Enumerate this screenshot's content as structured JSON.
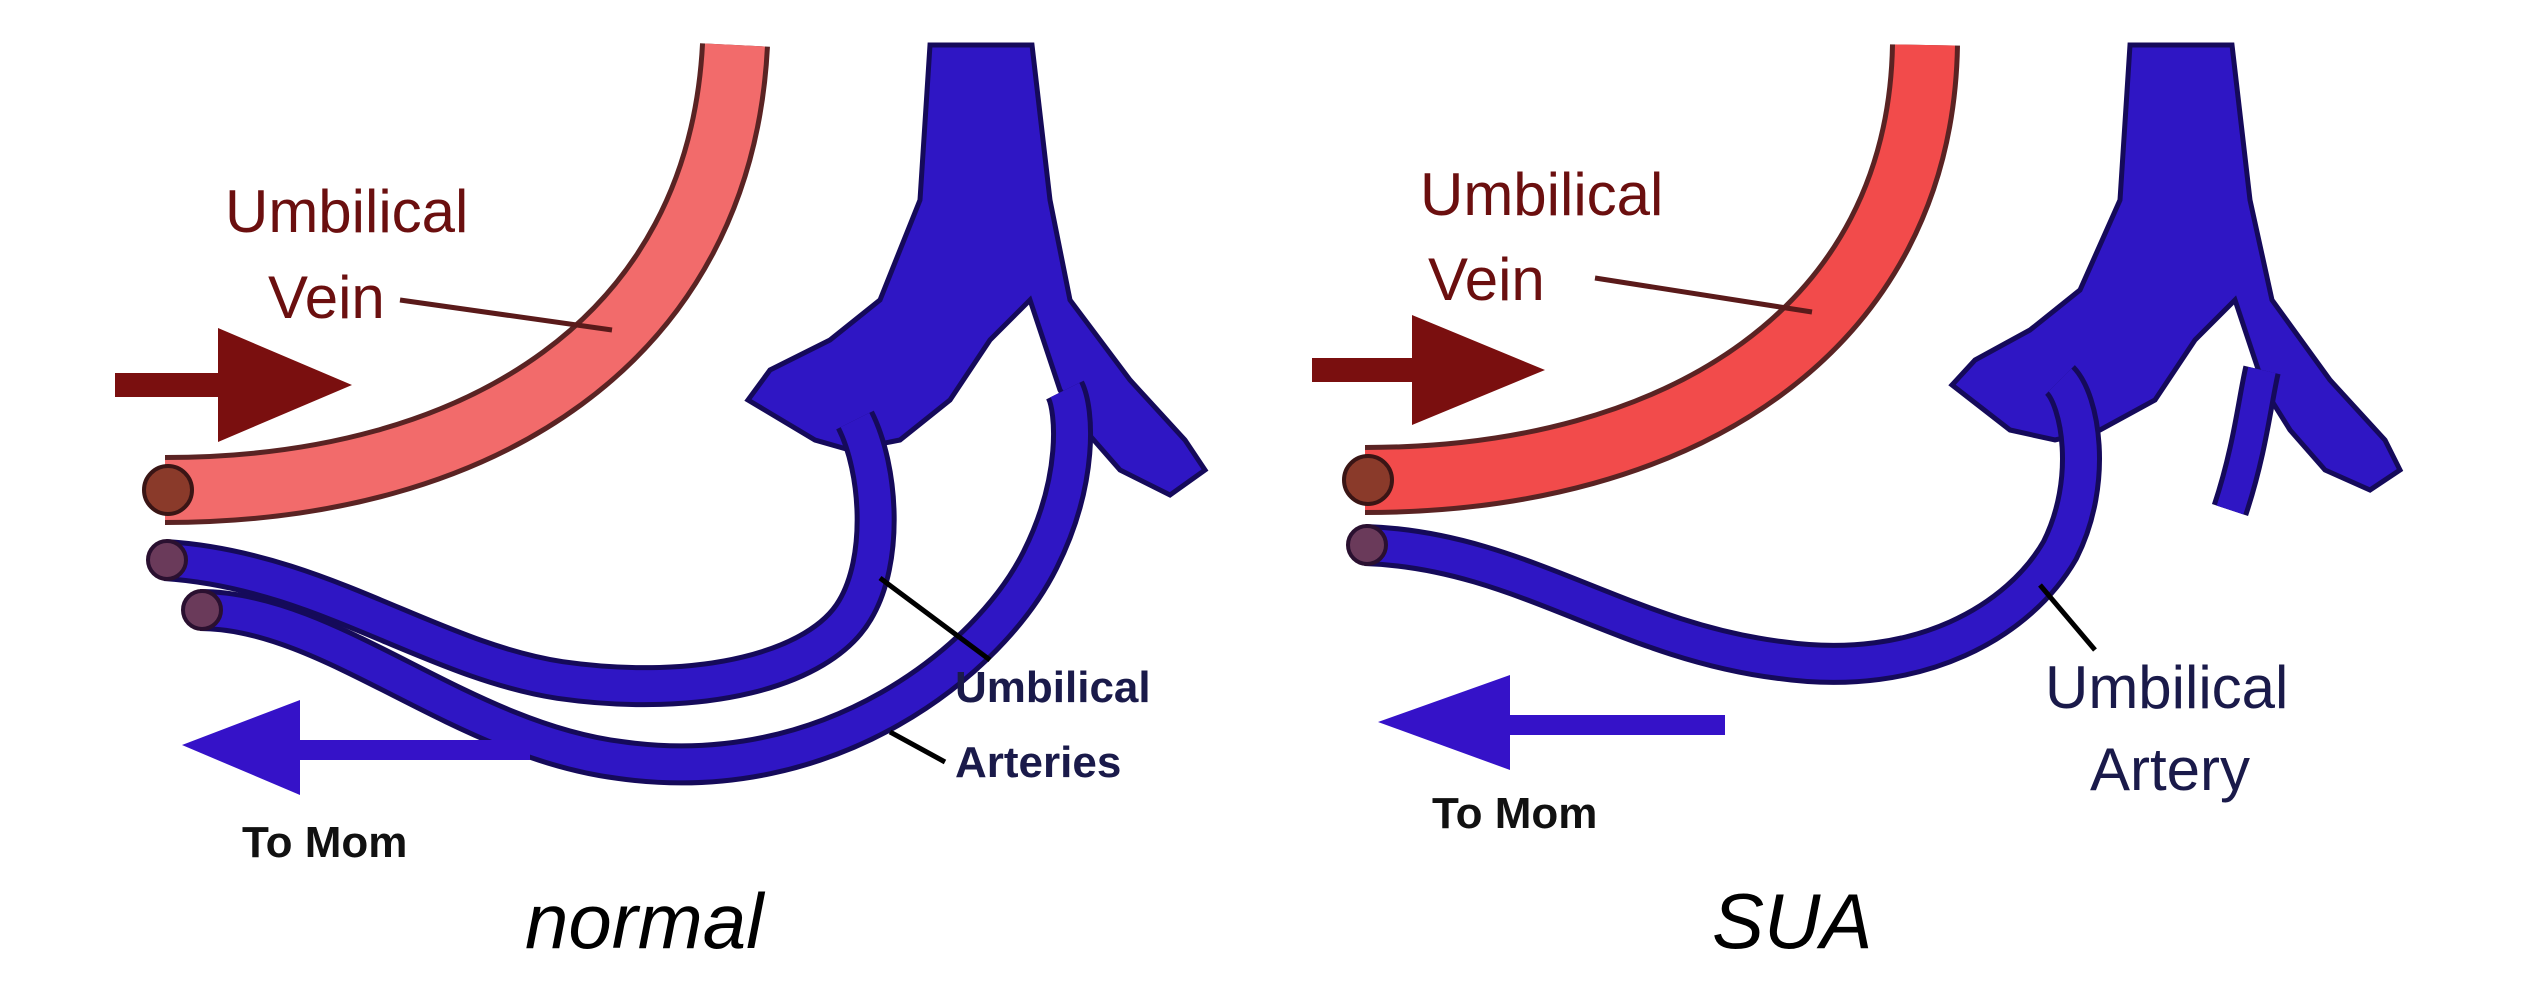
{
  "colors": {
    "vein_normal": "#f26b6b",
    "vein_sua": "#f24b4b",
    "vein_outline": "#5a2323",
    "artery": "#2f16c4",
    "artery_outline": "#150a5a",
    "arrow_in": "#7a0f0f",
    "arrow_out": "#3512c8",
    "leader": "#000000"
  },
  "panels": {
    "normal": {
      "caption": "normal",
      "vein_label_line1": "Umbilical",
      "vein_label_line2": "Vein",
      "artery_label_line1": "Umbilical",
      "artery_label_line2": "Arteries",
      "flow_label": "To Mom",
      "artery_count": 2
    },
    "sua": {
      "caption": "SUA",
      "vein_label_line1": "Umbilical",
      "vein_label_line2": "Vein",
      "artery_label_line1": "Umbilical",
      "artery_label_line2": "Artery",
      "flow_label": "To Mom",
      "artery_count": 1
    }
  }
}
